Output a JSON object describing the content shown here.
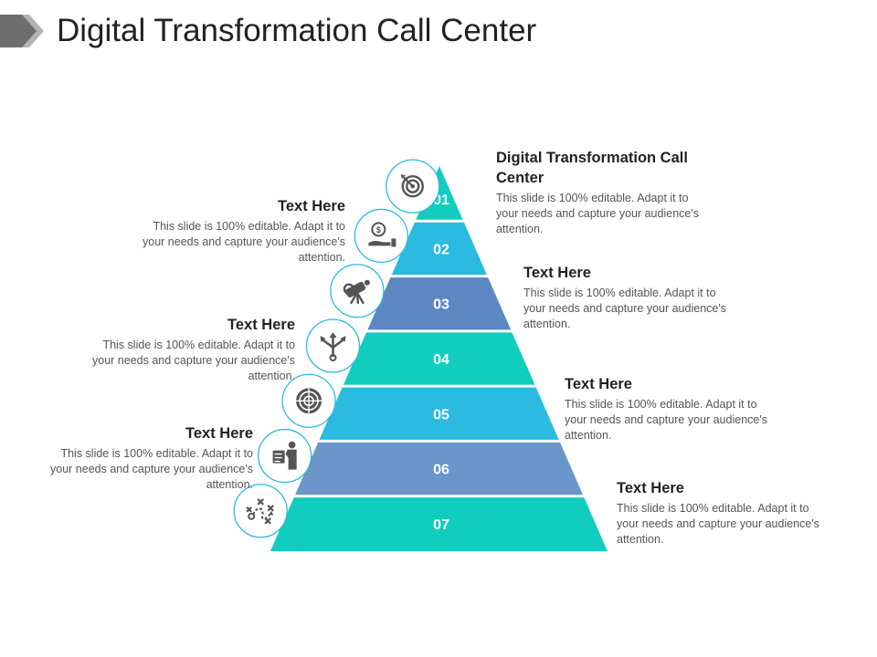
{
  "title": "Digital Transformation Call Center",
  "colors": {
    "teal": "#10CDBE",
    "sky": "#2BBAE0",
    "slate": "#5D87C2",
    "steel": "#6A96CA",
    "icon_gray": "#555555",
    "ring": "#2BBAE0",
    "chevron_dark": "#6E6E6E",
    "chevron_light": "#B3B3B3"
  },
  "pyramid": {
    "levels": [
      {
        "number": "01",
        "color": "#10CDBE",
        "icon": "target-arrow-icon"
      },
      {
        "number": "02",
        "color": "#2BBAE0",
        "icon": "dollar-hand-icon"
      },
      {
        "number": "03",
        "color": "#5D87C2",
        "icon": "telescope-icon"
      },
      {
        "number": "04",
        "color": "#10CDBE",
        "icon": "split-arrows-icon"
      },
      {
        "number": "05",
        "color": "#2BBAE0",
        "icon": "crosshair-icon"
      },
      {
        "number": "06",
        "color": "#6A96CA",
        "icon": "presenter-board-icon"
      },
      {
        "number": "07",
        "color": "#10CDBE",
        "icon": "strategy-play-icon"
      }
    ]
  },
  "callouts": {
    "right1": {
      "heading": "Digital Transformation Call Center",
      "body": "This slide is 100% editable. Adapt it to your needs and capture your audience's attention."
    },
    "left1": {
      "heading": "Text Here",
      "body": "This slide is 100% editable. Adapt it to your needs and capture your audience's attention."
    },
    "right2": {
      "heading": "Text Here",
      "body": "This slide is 100% editable. Adapt it to your needs and capture your audience's attention."
    },
    "left2": {
      "heading": "Text Here",
      "body": "This slide is 100% editable. Adapt it to your needs and capture your audience's attention."
    },
    "right3": {
      "heading": "Text Here",
      "body": "This slide is 100% editable. Adapt it to your needs and capture your audience's attention."
    },
    "left3": {
      "heading": "Text Here",
      "body": "This slide is 100% editable. Adapt it to your needs and capture your audience's attention."
    },
    "right4": {
      "heading": "Text Here",
      "body": "This slide is 100% editable. Adapt it to your needs and capture your audience's attention."
    }
  }
}
